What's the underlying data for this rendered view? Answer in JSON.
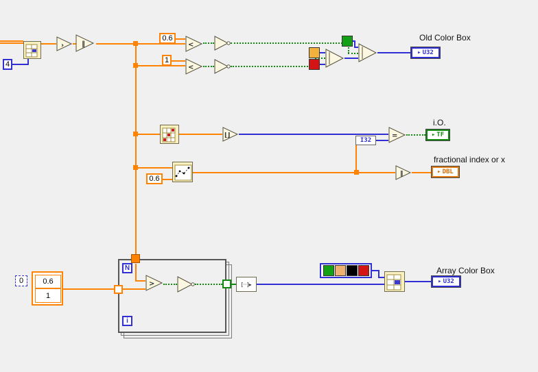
{
  "canvas": {
    "bg": "#f0f0f0"
  },
  "colors": {
    "numeric_wire": "#ff8200",
    "integer_wire": "#2f2fd3",
    "boolean_wire": "#0f8a0f"
  },
  "labels": {
    "old_color_box": "Old Color Box",
    "io": "i.O.",
    "fractional_index": "fractional index or x",
    "array_color_box": "Array Color Box"
  },
  "constants": {
    "four": "4",
    "upper_threshold": "0.6",
    "lower_threshold": "1",
    "interpolation_x": "0.6",
    "array_index": "0",
    "array_elems": [
      "0.6",
      "1"
    ]
  },
  "terminals": {
    "arrow": "▸",
    "old_color_box": "U32",
    "io": "TF",
    "fractional_index": "DBL",
    "array_color_box": "U32",
    "coercion": "I32"
  },
  "loop": {
    "count": "N",
    "iterator": "i"
  },
  "glyphs": {
    "node_a": "›",
    "node_b": "‖",
    "less_than": "<",
    "greater_than": ">",
    "equals": "=",
    "absolute": "‖",
    "round": "⌊⌋",
    "bool_array_to_number": "[··]▸"
  },
  "color_boxes": {
    "box1": "#f2b13d",
    "box2": "#d41414",
    "box3": "#14a014",
    "array": [
      "#14a014",
      "#f0b070",
      "#000000",
      "#d41414"
    ]
  }
}
